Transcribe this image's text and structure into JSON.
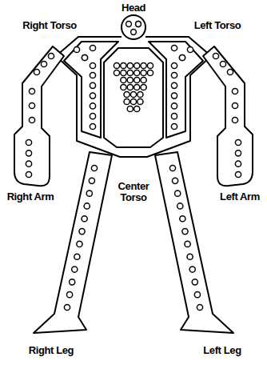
{
  "diagram": {
    "labels": [
      "Head",
      "Right Torso",
      "Left Torso",
      "Right Arm",
      "Center Torso",
      "Left Arm",
      "Right Leg",
      "Left Leg"
    ]
  }
}
